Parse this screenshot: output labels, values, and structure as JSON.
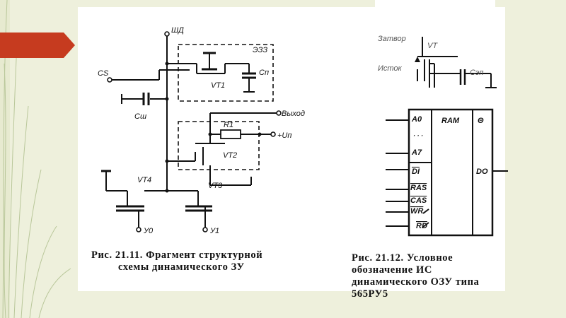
{
  "fig1": {
    "labels": {
      "shd": "ШД",
      "ezz": "ЭЗЗ",
      "cs": "CS",
      "vt1": "VT1",
      "cp": "Cп",
      "csh": "Cш",
      "vykhod": "Выход",
      "r1": "R1",
      "up": "+Uп",
      "vt2": "VT2",
      "vt3": "VT3",
      "vt4": "VT4",
      "y0": "У0",
      "y1": "У1"
    },
    "caption_line1": "Рис. 21.11. Фрагмент структурной",
    "caption_line2": "схемы динамического ЗУ"
  },
  "fig2": {
    "labels": {
      "zatvor": "Затвор",
      "vt": "VT",
      "istok": "Исток",
      "cep": "Cэп",
      "a0": "A0",
      "dots": "·  ·  ·",
      "a7": "A7",
      "di": "DI",
      "ras": "RAS",
      "cas": "CAS",
      "wr": "WR",
      "rd": "RD",
      "ram": "RAM",
      "theta": "Θ",
      "do": "DO"
    },
    "caption": "Рис. 21.12. Условное обозначение ИС динамического ОЗУ типа 565РУ5"
  },
  "colors": {
    "accent_arrow": "#c63b1f",
    "background": "#eef0dc",
    "slide": "#ffffff"
  }
}
